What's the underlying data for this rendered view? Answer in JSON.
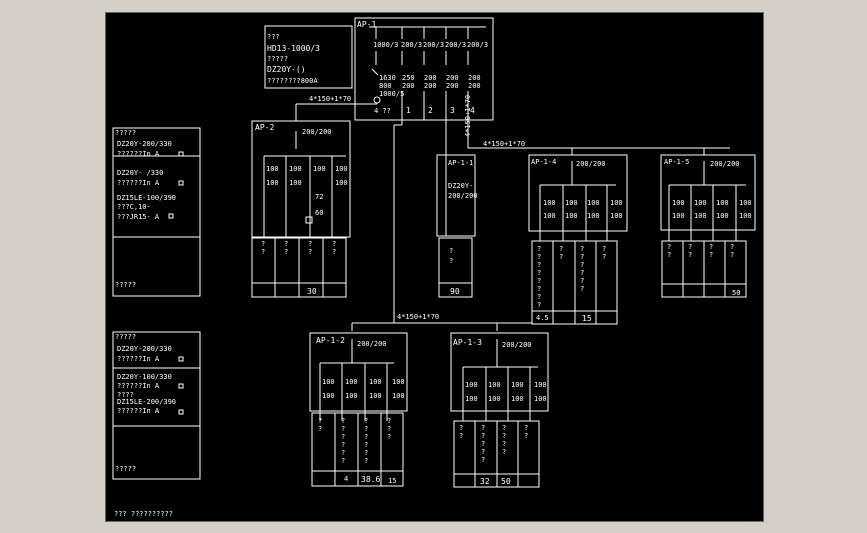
{
  "background": "#000000",
  "stroke_color": "#ffffff",
  "main_panel": {
    "label": "AP-1",
    "row1": [
      "1000/3",
      "200/3",
      "200/3",
      "200/3",
      "200/3"
    ],
    "row2_top": [
      "1630",
      "250",
      "200",
      "200",
      "200"
    ],
    "row2_bot": [
      "800",
      "200",
      "200",
      "200",
      "200"
    ],
    "ratio": "1000/5",
    "numbers": [
      "1",
      "2",
      "3",
      "4"
    ],
    "sensor": "4 ??"
  },
  "info_box": {
    "lines": [
      "???",
      "HD13-1000/3",
      "?????",
      "DZ20Y-()",
      "????????800A"
    ]
  },
  "cables": {
    "main_to_ap2": "4*150+1*70",
    "main_to_right": "4*150+1*70",
    "main_vertical": "4*150+1*70",
    "main_to_bottom": "4*150+1*70"
  },
  "ap2": {
    "label": "AP-2",
    "rating": "200/200",
    "breakers": [
      "100",
      "100",
      "100",
      "100"
    ],
    "breakers2": [
      "100",
      "100",
      "100"
    ],
    "extra": [
      "72",
      "60"
    ],
    "load_cells": [
      "?",
      "?",
      "?",
      "?"
    ],
    "load_cells2": [
      "?",
      "?",
      "?",
      "?"
    ],
    "bottom": "30"
  },
  "ap11": {
    "label": "AP-1-1",
    "breaker": "DZ20Y-",
    "rating": "200/200",
    "load_cells": [
      "?",
      "?"
    ],
    "bottom": "90"
  },
  "ap14": {
    "label": "AP-1-4",
    "rating": "200/200",
    "breakers": [
      "100",
      "100",
      "100",
      "100"
    ],
    "breakers2": [
      "100",
      "100",
      "100",
      "100"
    ],
    "col1": [
      "?",
      "?",
      "?",
      "?",
      "?",
      "?",
      "?",
      "?"
    ],
    "col2": [
      "?",
      "?"
    ],
    "col3": [
      "?",
      "?",
      "?",
      "?",
      "?",
      "?"
    ],
    "col4": [
      "?",
      "?"
    ],
    "bottom": [
      "4.5",
      "15"
    ]
  },
  "ap15": {
    "label": "AP-1-5",
    "rating": "200/200",
    "breakers": [
      "100",
      "100",
      "100",
      "100"
    ],
    "breakers2": [
      "100",
      "100",
      "100",
      "100"
    ],
    "cells": [
      "?",
      "?",
      "?",
      "?",
      "?",
      "?",
      "?",
      "?"
    ],
    "bottom": "50"
  },
  "ap12": {
    "label": "AP-1-2",
    "rating": "200/200",
    "breakers": [
      "100",
      "100",
      "100",
      "100"
    ],
    "breakers2": [
      "100",
      "100",
      "100",
      "100"
    ],
    "col1": [
      "?",
      "?"
    ],
    "col2": [
      "?",
      "?",
      "?",
      "?",
      "?",
      "?"
    ],
    "col3": [
      "?",
      "?",
      "?",
      "?",
      "?",
      "?"
    ],
    "col4": [
      "?",
      "?",
      "?"
    ],
    "bottom": [
      "4",
      "38.6",
      "15"
    ]
  },
  "ap13": {
    "label": "AP-1-3",
    "rating": "200/200",
    "breakers": [
      "100",
      "100",
      "100",
      "100"
    ],
    "breakers2": [
      "100",
      "100",
      "100",
      "100"
    ],
    "col1": [
      "?",
      "?"
    ],
    "col2": [
      "?",
      "?",
      "?",
      "?",
      "?"
    ],
    "col3": [
      "?",
      "?",
      "?",
      "?"
    ],
    "col4": [
      "?",
      "?"
    ],
    "bottom": [
      "32",
      "50"
    ]
  },
  "legend1": {
    "lines": [
      "?????",
      "DZ20Y-200/330",
      "??????In A",
      "DZ20Y-      /330",
      "??????In A",
      "DZ15LE-100/390",
      "???C,10-",
      "???JR15- A"
    ],
    "footer": "?????"
  },
  "legend2": {
    "lines": [
      "?????",
      "DZ20Y-200/330",
      "??????In A",
      "DZ20Y-100/330",
      "??????In A",
      "????",
      "DZ15LE-200/390",
      "??????In A"
    ],
    "footer": "?????"
  },
  "footnote": "???   ??????????"
}
